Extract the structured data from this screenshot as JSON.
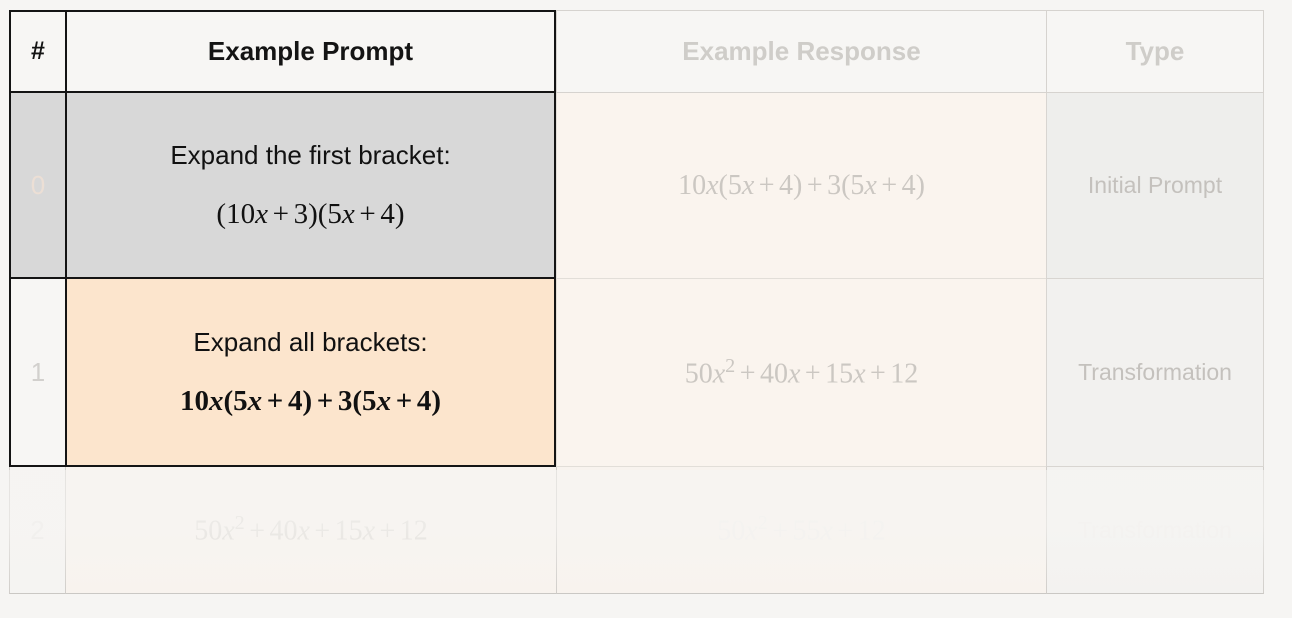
{
  "table": {
    "columns": [
      {
        "key": "num",
        "label": "#"
      },
      {
        "key": "prompt",
        "label": "Example Prompt"
      },
      {
        "key": "resp",
        "label": "Example Response"
      },
      {
        "key": "type",
        "label": "Type"
      }
    ],
    "rows": [
      {
        "num": "0",
        "prompt_instruction": "Expand the first bracket:",
        "prompt_math": "(10x + 3)(5x + 4)",
        "response_math": "10x(5x + 4) + 3(5x + 4)",
        "type": "Initial Prompt",
        "state": "previous-step"
      },
      {
        "num": "1",
        "prompt_instruction": "Expand all brackets:",
        "prompt_math": "10x(5x + 4) + 3(5x + 4)",
        "response_math": "50x^2 + 40x + 15x + 12",
        "type": "Transformation",
        "state": "active-step"
      },
      {
        "num": "2",
        "prompt_instruction": "",
        "prompt_math": "50x^2 + 40x + 15x + 12",
        "response_math": "50x^2 + 55x + 12",
        "type": "Transformation",
        "state": "faded-cutoff"
      }
    ]
  },
  "colors": {
    "page_background": "#f6f5f3",
    "header_text": "#141414",
    "header_muted_text": "#cfcdc9",
    "row0_highlight": "#d8d8d8",
    "row1_highlight": "#fce5cd",
    "response_cell": "#faf4ee",
    "type_cell": "#eeeeec",
    "strong_border": "#141414",
    "muted_border": "#d6d3cf"
  }
}
